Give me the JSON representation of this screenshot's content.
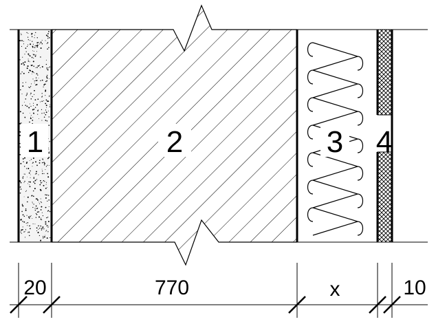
{
  "layers": [
    {
      "number": "1",
      "pattern": "plaster-stipple"
    },
    {
      "number": "2",
      "pattern": "diagonal-hatch"
    },
    {
      "number": "3",
      "pattern": "insulation-loops"
    },
    {
      "number": "4",
      "pattern": "cross-hatch"
    }
  ],
  "dimensions": {
    "d1": "20",
    "d2": "770",
    "d3": "x",
    "d4": "10"
  },
  "colors": {
    "ink": "#000000",
    "background": "#ffffff",
    "plaster": "#f4f4f4"
  }
}
